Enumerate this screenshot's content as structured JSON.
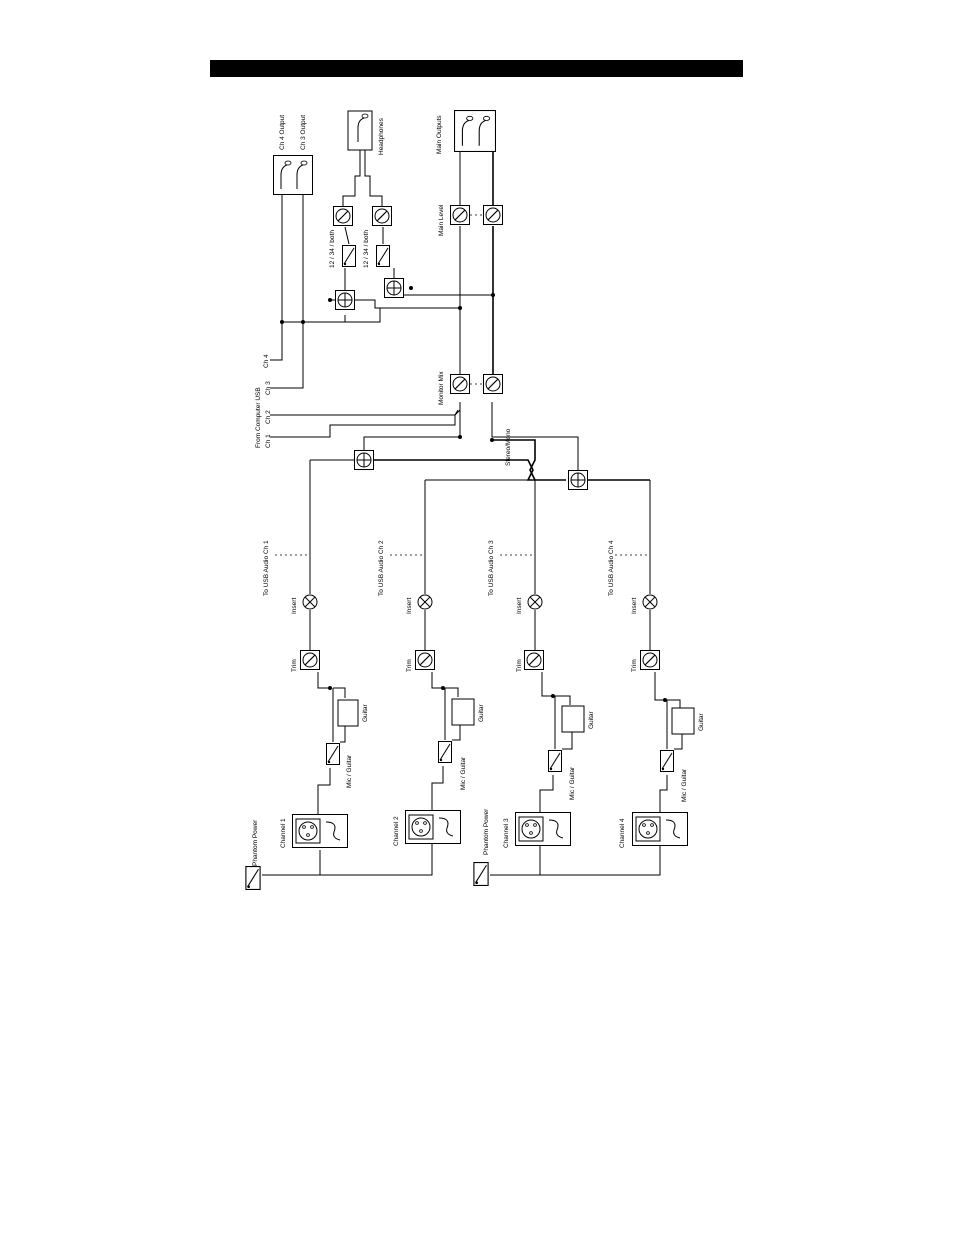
{
  "labels": {
    "phantom_power": "Phantom Power",
    "channel_1": "Channel 1",
    "channel_2": "Channel 2",
    "channel_3": "Channel 3",
    "channel_4": "Channel 4",
    "mic_guitar": "Mic / Guitar",
    "guitar": "Guitar",
    "trim": "Trim",
    "insert": "Insert",
    "to_usb_ch1": "To USB Audio Ch 1",
    "to_usb_ch2": "To USB Audio Ch 2",
    "to_usb_ch3": "To USB Audio Ch 3",
    "to_usb_ch4": "To USB Audio Ch 4",
    "from_computer_usb": "From Computer USB",
    "ch1": "Ch 1",
    "ch2": "Ch 2",
    "ch3": "Ch 3",
    "ch4": "Ch 4",
    "stereo_mono": "Stereo/Mono",
    "monitor_mix": "Monitor Mix",
    "main_level": "Main Level",
    "main_outputs": "Main Outputs",
    "headphones": "Headphones",
    "ch4_output": "Ch 4 Output",
    "ch3_output": "Ch 3 Output",
    "sw_12_34_both_a": "12 / 34 / both",
    "sw_12_34_both_b": "12 / 34 / both"
  }
}
